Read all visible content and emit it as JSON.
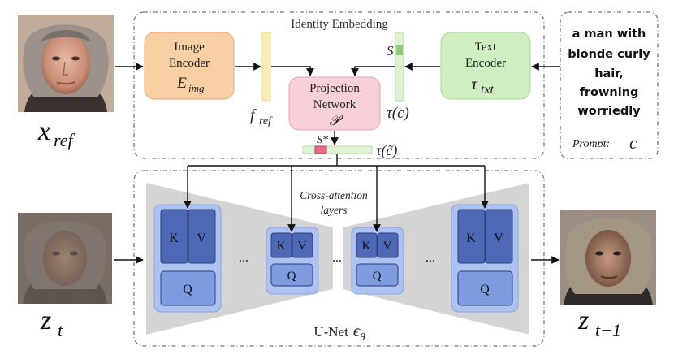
{
  "identity_embedding": {
    "title": "Identity Embedding"
  },
  "image_encoder": {
    "line1": "Image",
    "line2": "Encoder",
    "symbol": "E",
    "symbol_sub": "img"
  },
  "text_encoder": {
    "line1": "Text",
    "line2": "Encoder",
    "symbol": "τ",
    "symbol_sub": "txt"
  },
  "projection": {
    "line1": "Projection",
    "line2": "Network",
    "symbol": "𝒫"
  },
  "prompt": {
    "lines": [
      "a man with",
      "blonde curly",
      "hair,",
      "frowning",
      "worriedly"
    ],
    "label": "Prompt:",
    "symbol": "c"
  },
  "labels": {
    "x_ref": "x",
    "x_ref_sub": "ref",
    "f_ref": "f",
    "f_ref_sub": "ref",
    "s": "S",
    "tau_c": "τ(c)",
    "s_star": "S*",
    "tau_c_tilde": "τ(c̃)",
    "z_t": "z",
    "z_t_sub": "t",
    "z_t1": "z",
    "z_t1_sub": "t−1"
  },
  "unet": {
    "cross_attention_line1": "Cross-attention",
    "cross_attention_line2": "layers",
    "title": "U-Net",
    "symbol": "ϵ",
    "symbol_sub": "θ",
    "block_k": "K",
    "block_v": "V",
    "block_q": "Q",
    "ellipsis": "..."
  },
  "colors": {
    "image_encoder_fill": "#f9cfa4",
    "text_encoder_fill": "#cfeec2",
    "projection_fill": "#f7d0d8",
    "kv_fill": "#4f68b5",
    "q_fill": "#7e9be0",
    "block_outer": "#aec2f1",
    "unet_gray": "#d4d4d4"
  }
}
